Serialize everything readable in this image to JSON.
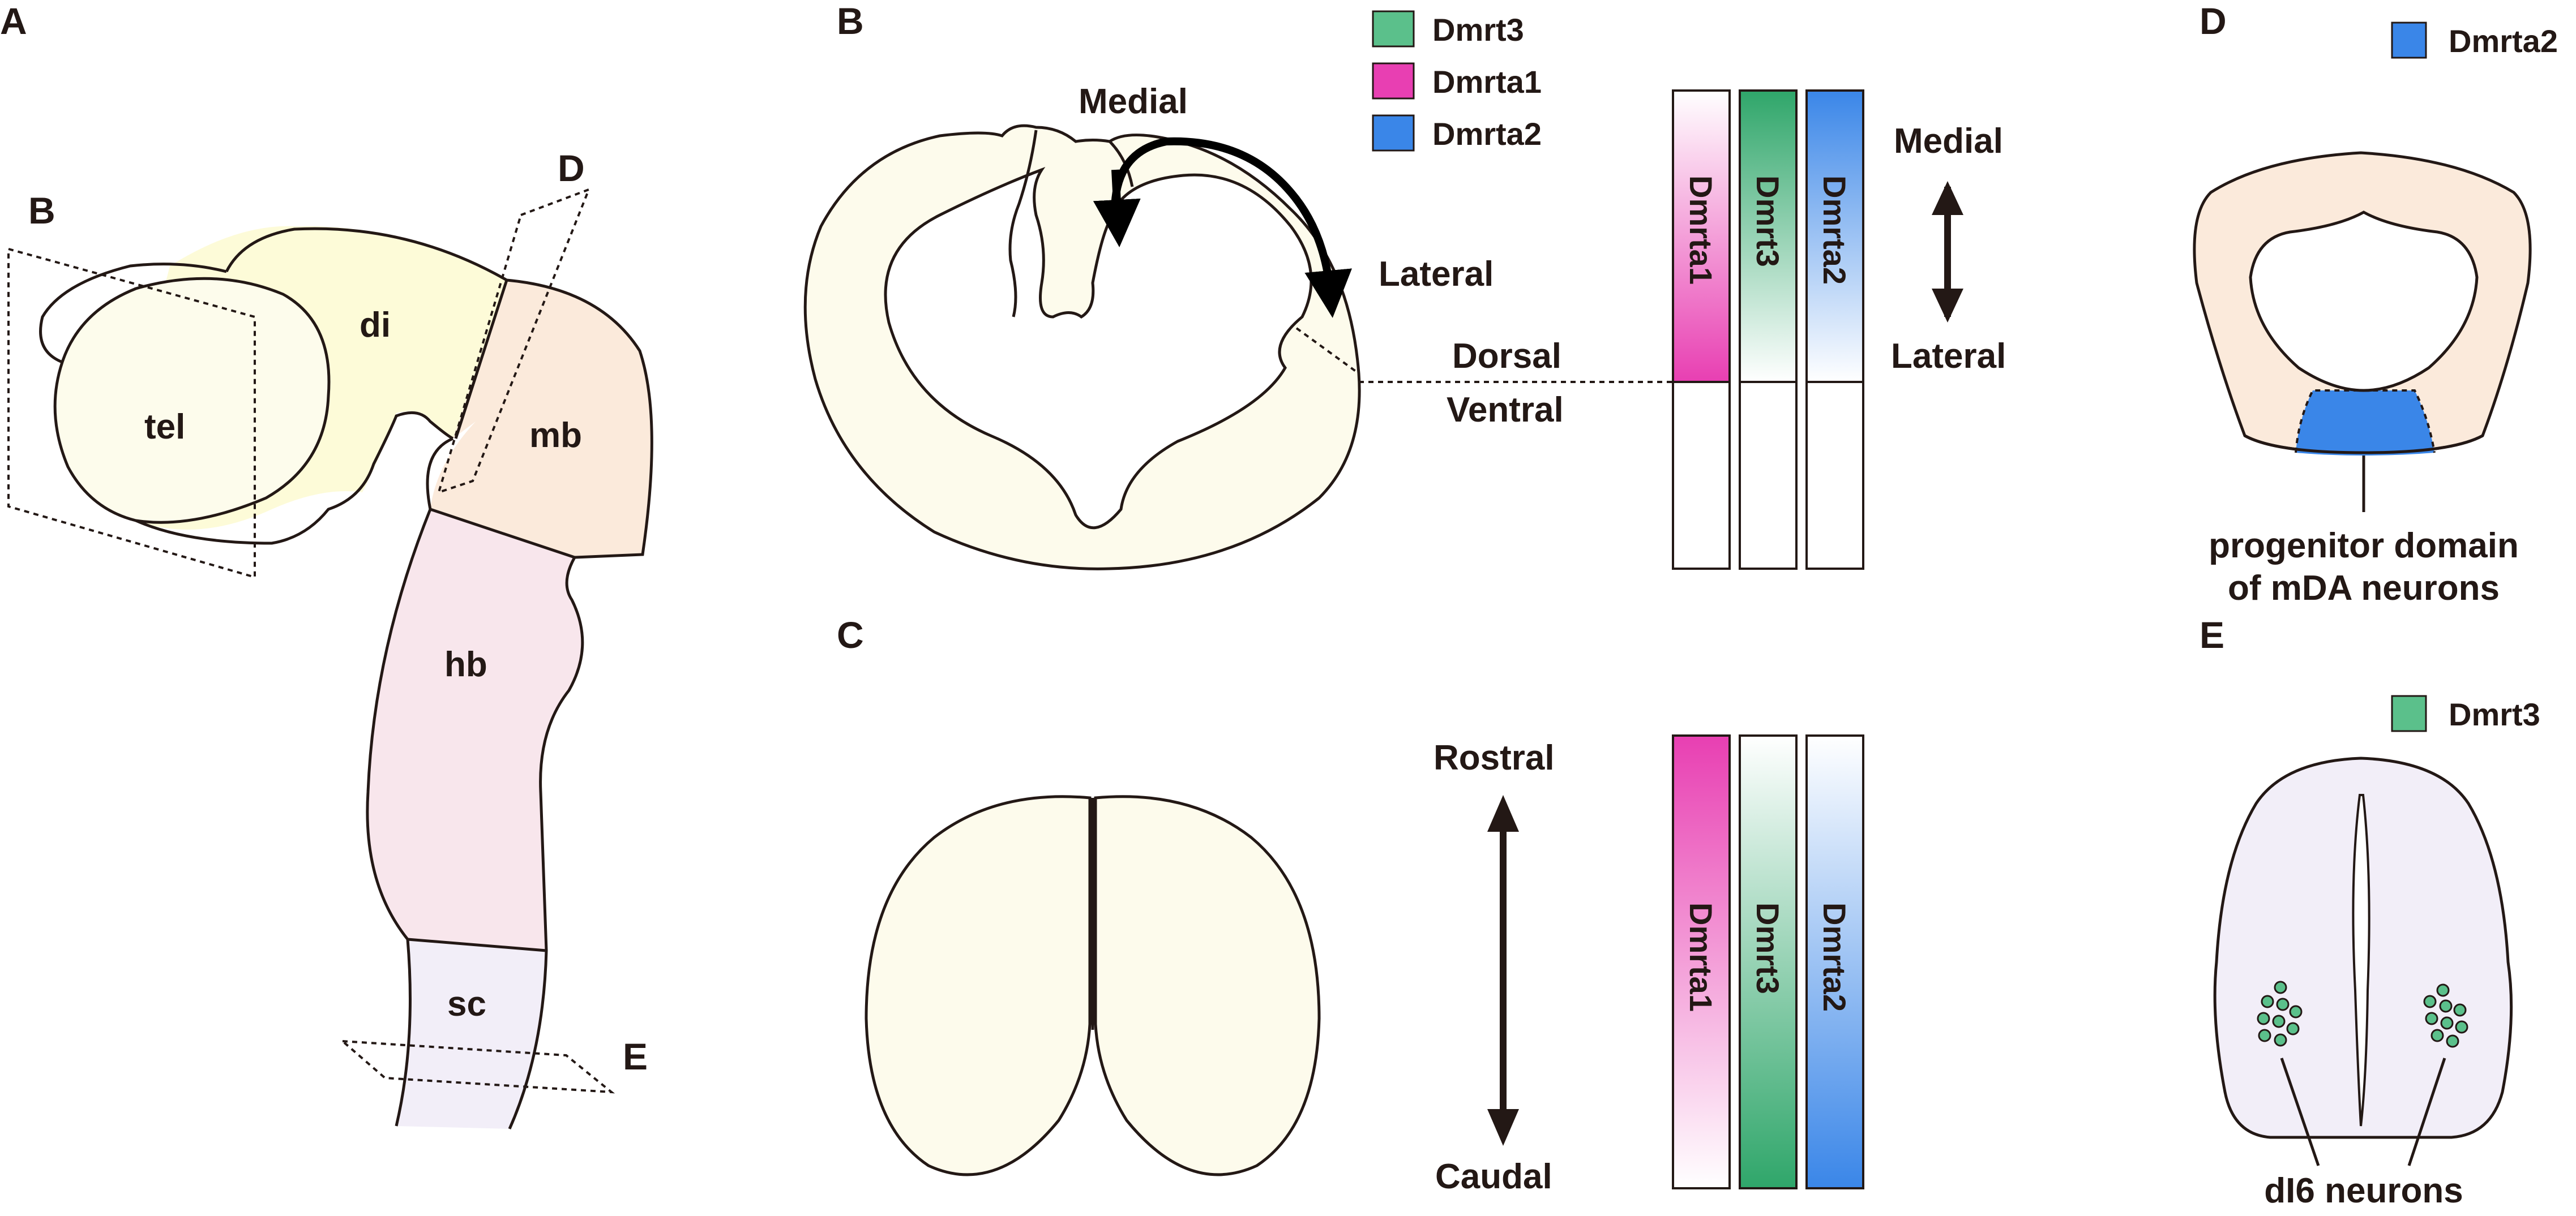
{
  "panels": {
    "a": "A",
    "b": "B",
    "c": "C",
    "d": "D",
    "e": "E"
  },
  "panel_a": {
    "plane_b": "B",
    "plane_d": "D",
    "plane_e": "E",
    "regions": {
      "tel": "tel",
      "di": "di",
      "mb": "mb",
      "hb": "hb",
      "sc": "sc"
    }
  },
  "legend": {
    "dmrt3": {
      "label": "Dmrt3",
      "color": "#5bc08b"
    },
    "dmrta1": {
      "label": "Dmrta1",
      "color": "#e83fb2"
    },
    "dmrta2": {
      "label": "Dmrta2",
      "color": "#3a86e8"
    }
  },
  "panel_b": {
    "medial": "Medial",
    "lateral": "Lateral",
    "dorsal": "Dorsal",
    "ventral": "Ventral",
    "axis_top": "Medial",
    "axis_bottom": "Lateral",
    "bars": [
      "Dmrta1",
      "Dmrt3",
      "Dmrta2"
    ]
  },
  "panel_c": {
    "rostral": "Rostral",
    "caudal": "Caudal",
    "bars": [
      "Dmrta1",
      "Dmrt3",
      "Dmrta2"
    ]
  },
  "panel_d": {
    "legend": "Dmrta2",
    "caption_line1": "progenitor domain",
    "caption_line2": "of mDA neurons"
  },
  "panel_e": {
    "legend": "Dmrt3",
    "caption": "dI6 neurons"
  }
}
